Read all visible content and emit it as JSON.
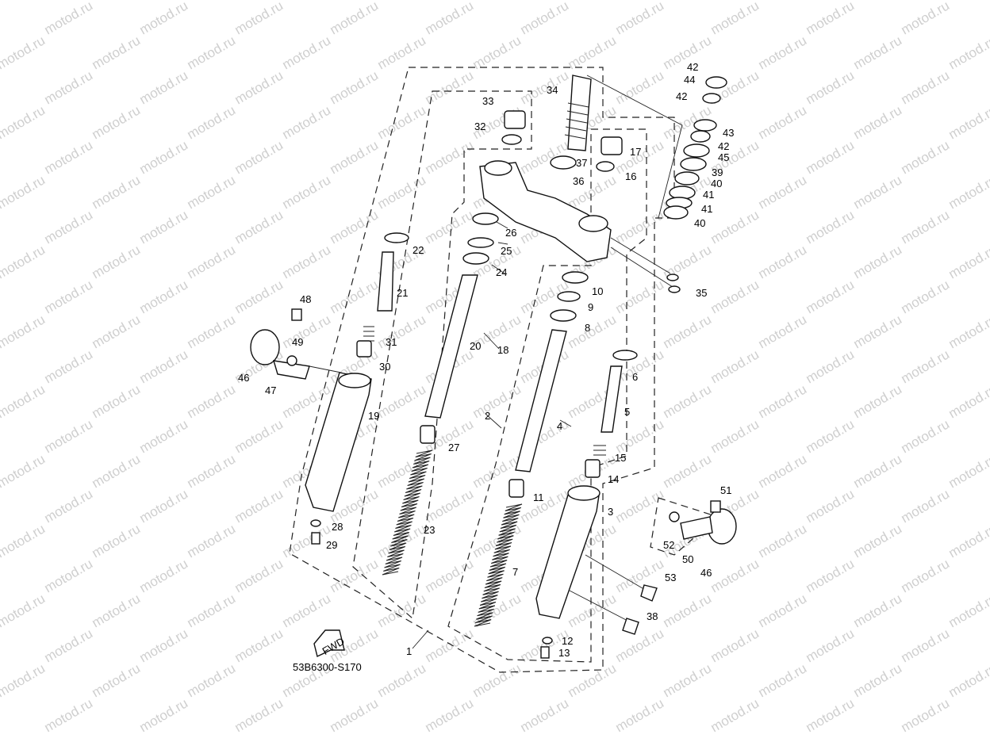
{
  "watermark": "motod.ru",
  "diagram_code": "53B6300-S170",
  "fwd_label": "FWD",
  "callouts": [
    "1",
    "2",
    "3",
    "4",
    "5",
    "6",
    "7",
    "8",
    "9",
    "10",
    "11",
    "12",
    "13",
    "14",
    "15",
    "16",
    "17",
    "18",
    "19",
    "20",
    "21",
    "22",
    "23",
    "24",
    "25",
    "26",
    "27",
    "28",
    "29",
    "30",
    "31",
    "32",
    "33",
    "34",
    "35",
    "36",
    "37",
    "38",
    "39",
    "40",
    "40",
    "41",
    "41",
    "42",
    "42",
    "42",
    "43",
    "44",
    "45",
    "46",
    "46",
    "47",
    "48",
    "49",
    "50",
    "51",
    "52",
    "53"
  ]
}
